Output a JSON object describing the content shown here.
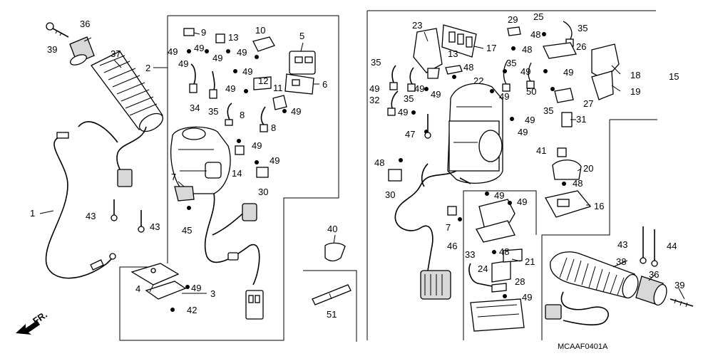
{
  "diagram": {
    "callouts": [
      {
        "id": "c39a",
        "text": "39"
      },
      {
        "id": "c36a",
        "text": "36"
      },
      {
        "id": "c37",
        "text": "37"
      },
      {
        "id": "c2",
        "text": "2"
      },
      {
        "id": "c1",
        "text": "1"
      },
      {
        "id": "c43a",
        "text": "43"
      },
      {
        "id": "c43b",
        "text": "43"
      },
      {
        "id": "c45",
        "text": "45"
      },
      {
        "id": "c7a",
        "text": "7"
      },
      {
        "id": "c14",
        "text": "14"
      },
      {
        "id": "c9",
        "text": "9"
      },
      {
        "id": "c13a",
        "text": "13"
      },
      {
        "id": "c10",
        "text": "10"
      },
      {
        "id": "c5",
        "text": "5"
      },
      {
        "id": "c6",
        "text": "6"
      },
      {
        "id": "c12",
        "text": "12"
      },
      {
        "id": "c11",
        "text": "11"
      },
      {
        "id": "c34",
        "text": "34"
      },
      {
        "id": "c35a",
        "text": "35"
      },
      {
        "id": "c8a",
        "text": "8"
      },
      {
        "id": "c8b",
        "text": "8"
      },
      {
        "id": "c30a",
        "text": "30"
      },
      {
        "id": "c4",
        "text": "4"
      },
      {
        "id": "c3",
        "text": "3"
      },
      {
        "id": "c42",
        "text": "42"
      },
      {
        "id": "c40",
        "text": "40"
      },
      {
        "id": "c51",
        "text": "51"
      },
      {
        "id": "c23",
        "text": "23"
      },
      {
        "id": "c17",
        "text": "17"
      },
      {
        "id": "c29",
        "text": "29"
      },
      {
        "id": "c25",
        "text": "25"
      },
      {
        "id": "c35b",
        "text": "35"
      },
      {
        "id": "c26",
        "text": "26"
      },
      {
        "id": "c18",
        "text": "18"
      },
      {
        "id": "c19",
        "text": "19"
      },
      {
        "id": "c15",
        "text": "15"
      },
      {
        "id": "c35c",
        "text": "35"
      },
      {
        "id": "c13b",
        "text": "13"
      },
      {
        "id": "c22",
        "text": "22"
      },
      {
        "id": "c32",
        "text": "32"
      },
      {
        "id": "c35d",
        "text": "35"
      },
      {
        "id": "c35e",
        "text": "35"
      },
      {
        "id": "c50",
        "text": "50"
      },
      {
        "id": "c27",
        "text": "27"
      },
      {
        "id": "c35f",
        "text": "35"
      },
      {
        "id": "c31",
        "text": "31"
      },
      {
        "id": "c47",
        "text": "47"
      },
      {
        "id": "c41",
        "text": "41"
      },
      {
        "id": "c20",
        "text": "20"
      },
      {
        "id": "c48f",
        "text": "48"
      },
      {
        "id": "c16",
        "text": "16"
      },
      {
        "id": "c48g",
        "text": "48"
      },
      {
        "id": "c30b",
        "text": "30"
      },
      {
        "id": "c7b",
        "text": "7"
      },
      {
        "id": "c46",
        "text": "46"
      },
      {
        "id": "c33",
        "text": "33"
      },
      {
        "id": "c24",
        "text": "24"
      },
      {
        "id": "c21",
        "text": "21"
      },
      {
        "id": "c28",
        "text": "28"
      },
      {
        "id": "c43c",
        "text": "43"
      },
      {
        "id": "c44",
        "text": "44"
      },
      {
        "id": "c38",
        "text": "38"
      },
      {
        "id": "c36b",
        "text": "36"
      },
      {
        "id": "c39b",
        "text": "39"
      }
    ],
    "bolt_labels": {
      "b49_1": "49",
      "b49_2": "49",
      "b49_3": "49",
      "b49_4": "49",
      "b49_5": "49",
      "b49_6": "49",
      "b49_7": "49",
      "b49_8": "49",
      "b49_9": "49",
      "b49_10": "49",
      "b49_11": "49",
      "b49_12": "49",
      "b49_13": "49",
      "b49_14": "49",
      "b49_15": "49",
      "b49_16": "49",
      "b49_17": "49",
      "b49_18": "49",
      "b49_19": "49",
      "b49_20": "49",
      "b49_21": "49",
      "b49_22": "49",
      "b49_23": "49",
      "b48_1": "48",
      "b48_2": "48",
      "b48_3": "48",
      "b48_4": "48"
    },
    "front_arrow": "FR.",
    "drawing_code": "MCAAF0401A"
  }
}
